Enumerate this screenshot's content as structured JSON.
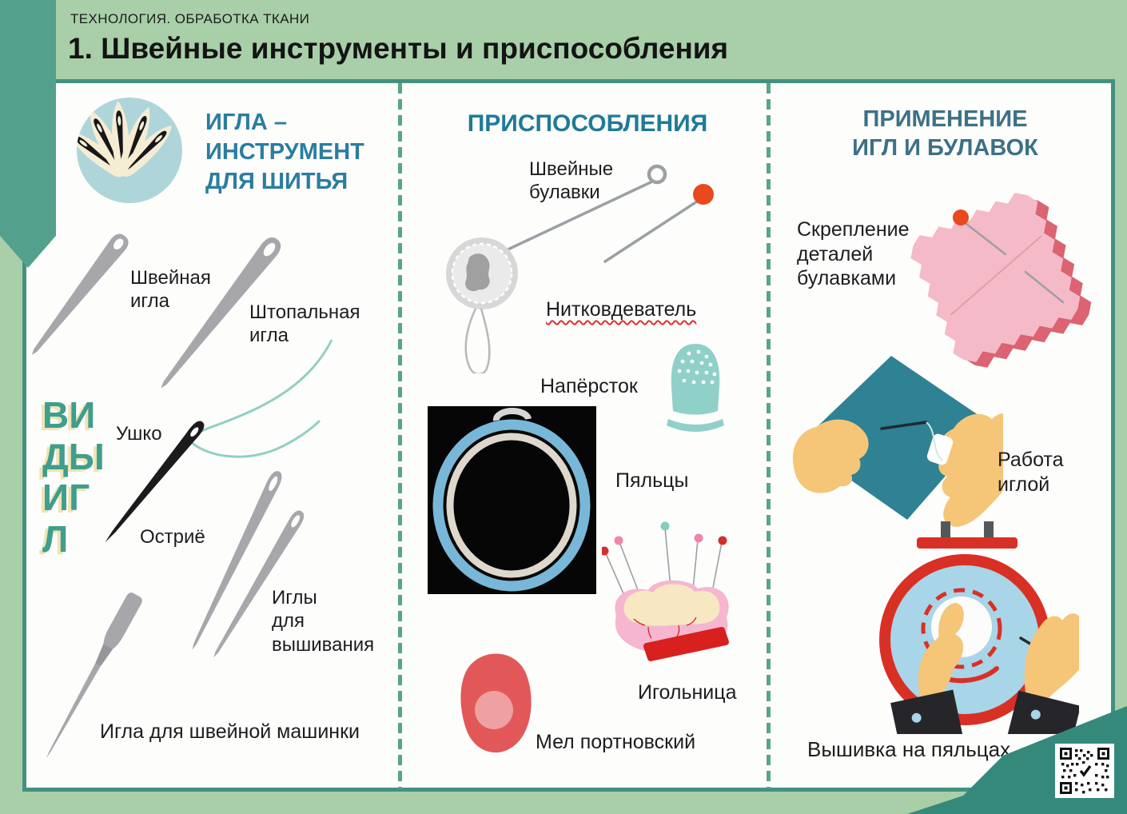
{
  "header": {
    "kicker": "ТЕХНОЛОГИЯ. ОБРАБОТКА ТКАНИ",
    "title": "1. Швейные инструменты и приспособления"
  },
  "columns": {
    "needle_tool": {
      "title": "ИГЛА –\nИНСТРУМЕНТ\nДЛЯ ШИТЬЯ",
      "types_heading": "ВИ\nДЫ\nИГ\nЛ",
      "labels": {
        "sewing": "Швейная\nигла",
        "darning": "Штопальная\nигла",
        "eye": "Ушко",
        "point": "Остриё",
        "embroidery": "Иглы\nдля\nвышивания",
        "machine": "Игла для швейной машинки"
      }
    },
    "accessories": {
      "title": "ПРИСПОСОБЛЕНИЯ",
      "labels": {
        "pins": "Швейные\nбулавки",
        "threader": "Нитковдеватель",
        "thimble": "Напёрсток",
        "hoop": "Пяльцы",
        "pincushion": "Игольница",
        "chalk": "Мел портновский"
      }
    },
    "usage": {
      "title": "ПРИМЕНЕНИЕ\nИГЛ И БУЛАВОК",
      "labels": {
        "pinning": "Скрепление\nдеталей\nбулавками",
        "hand_sewing": "Работа\nиглой",
        "hoop_embroidery": "Вышивка на пяльцах"
      }
    }
  },
  "colors": {
    "page_green": "#a9cfa9",
    "corner_teal": "#53a08c",
    "panel_border": "#43917f",
    "divider": "#57a58d",
    "heading_blue": "#2b7da0",
    "heading_teal": "#1e7b96",
    "heading_slate": "#3c7186",
    "types_heading": "#3f9e8d",
    "text": "#1d1d1f",
    "needle_gray": "#a7a7ab",
    "thread_teal": "#90cfc2",
    "pin_head_red": "#e8491d",
    "thimble_teal": "#8fd0c8",
    "pincushion_pink": "#f6b6cf",
    "pincushion_cream": "#f7e8c3",
    "base_red": "#d8201f",
    "chalk_red": "#e25858",
    "fabric_pink": "#f5bac7",
    "fabric_teal": "#2e8294",
    "hoop_red": "#d93025",
    "hoop_fabric_blue": "#a8d5e8",
    "skin": "#f5c678"
  }
}
